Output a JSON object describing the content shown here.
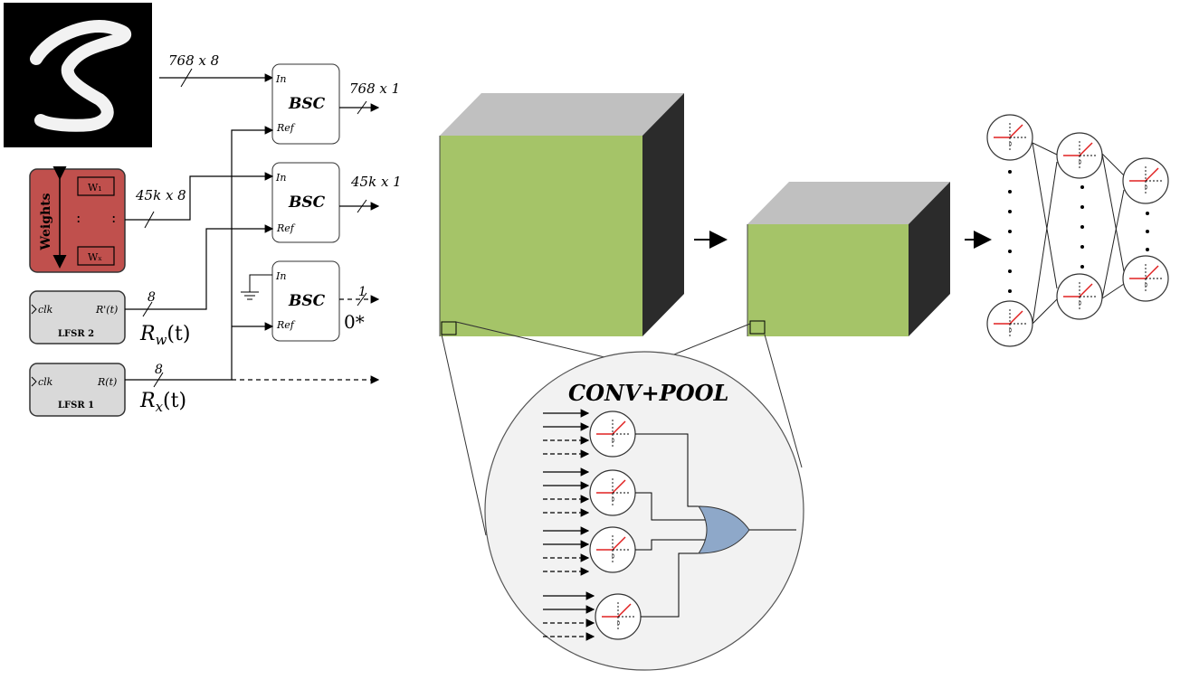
{
  "diagram": {
    "bsc_blocks": [
      {
        "in_label": "In",
        "ref_label": "Ref",
        "title": "BSC",
        "out_label": "768 x 1"
      },
      {
        "in_label": "In",
        "ref_label": "Ref",
        "title": "BSC",
        "out_label": "45k x 1"
      },
      {
        "in_label": "In",
        "ref_label": "Ref",
        "title": "BSC",
        "out_label": "1",
        "out_value": "0*"
      }
    ],
    "input_bus_label": "768 x 8",
    "weights_bus_label": "45k x 8",
    "weights": {
      "title": "Weights",
      "w_first": "W₁",
      "w_last": "Wₓ",
      "dots": ":"
    },
    "lfsr2": {
      "clk": "clk",
      "out": "R'(t)",
      "name": "LFSR 2",
      "bus": "8",
      "signal_base": "R",
      "signal_sub": "w",
      "signal_arg": "(t)"
    },
    "lfsr1": {
      "clk": "clk",
      "out": "R(t)",
      "name": "LFSR 1",
      "bus": "8",
      "signal_base": "R",
      "signal_sub": "x",
      "signal_arg": "(t)"
    },
    "conv_pool_title": "CONV+POOL",
    "colors": {
      "weights_fill": "#c0504d",
      "lfsr_fill": "#d9d9d9",
      "cube_front": "#a5c468",
      "cube_top": "#c0c0c0",
      "cube_side": "#2b2b2b",
      "or_gate": "#8ea8c9",
      "relu_line": "#e02020"
    }
  }
}
